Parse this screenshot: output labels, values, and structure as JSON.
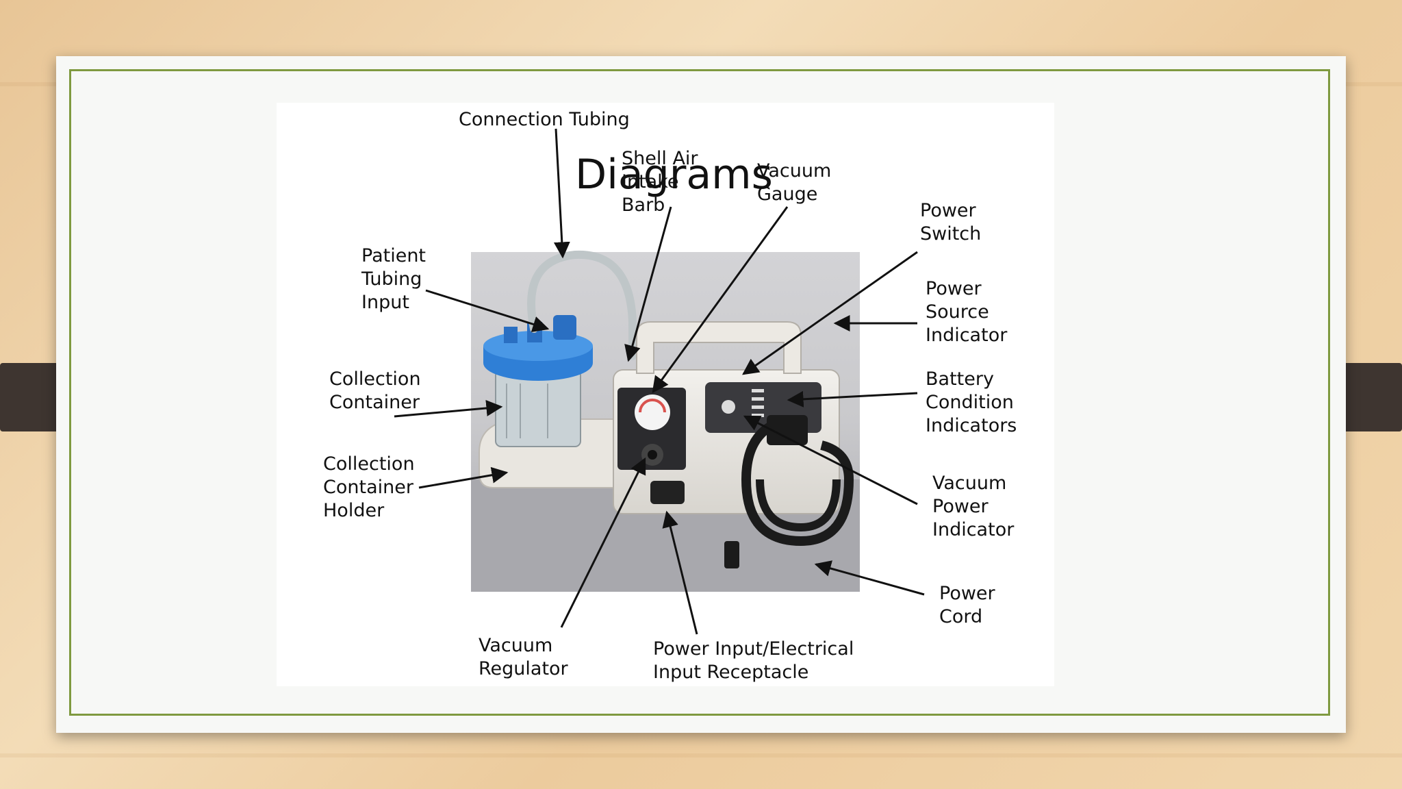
{
  "slide": {
    "title": "Diagrams"
  },
  "labels": {
    "connection_tubing": [
      "Connection Tubing"
    ],
    "shell_air_intake_barb": [
      "Shell Air",
      "Intake",
      "Barb"
    ],
    "vacuum_gauge": [
      "Vacuum",
      "Gauge"
    ],
    "power_switch": [
      "Power",
      "Switch"
    ],
    "patient_tubing_input": [
      "Patient",
      "Tubing",
      "Input"
    ],
    "power_source_indicator": [
      "Power",
      "Source",
      "Indicator"
    ],
    "collection_container": [
      "Collection",
      "Container"
    ],
    "battery_condition_indicators": [
      "Battery",
      "Condition",
      "Indicators"
    ],
    "collection_container_holder": [
      "Collection",
      "Container",
      "Holder"
    ],
    "vacuum_power_indicator": [
      "Vacuum",
      "Power",
      "Indicator"
    ],
    "power_cord": [
      "Power",
      "Cord"
    ],
    "vacuum_regulator": [
      "Vacuum",
      "Regulator"
    ],
    "power_input_receptacle": [
      "Power Input/Electrical",
      "Input Receptacle"
    ]
  },
  "colors": {
    "slide_bg": "#f7f8f6",
    "frame": "#7f9a40",
    "tab": "#3e3530",
    "canister_lid": "#2f7fd6"
  }
}
